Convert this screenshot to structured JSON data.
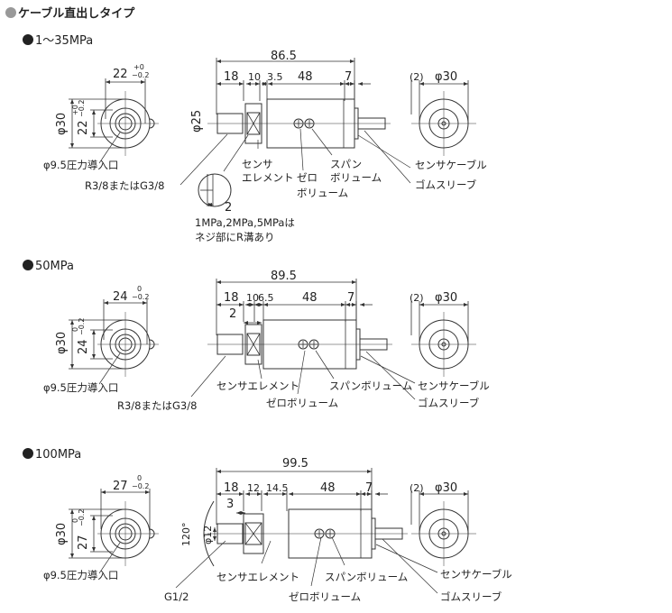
{
  "title": "ケーブル直出しタイプ",
  "colors": {
    "title_bullet": "#999999",
    "section_bullet": "#222222",
    "line": "#333333"
  },
  "sections": [
    {
      "heading": "1～35MPa",
      "front": {
        "width": "22",
        "tol_upper": "+0",
        "tol_lower": "−0.2",
        "diameter": "φ30",
        "height": "22",
        "port_label": "φ9.5圧力導入口"
      },
      "side": {
        "total": "86.5",
        "dims": [
          "18",
          "10",
          "3.5",
          "48",
          "7"
        ],
        "diameter": "φ25",
        "thread": "R3/8またはG3/8",
        "sensor_element_1": "センサ",
        "sensor_element_2": "エレメント",
        "zero_1": "ゼロ",
        "zero_2": "ボリューム",
        "span_1": "スパン",
        "span_2": "ボリューム",
        "detail_dim": "2",
        "note_1": "1MPa,2MPa,5MPaは",
        "note_2": "ネジ部にR溝あり"
      },
      "end": {
        "gap": "(2)",
        "diameter": "φ30",
        "cable": "センサケーブル",
        "sleeve": "ゴムスリーブ"
      }
    },
    {
      "heading": "50MPa",
      "front": {
        "width": "24",
        "tol_upper": "0",
        "tol_lower": "−0.2",
        "diameter": "φ30",
        "height": "24",
        "port_label": "φ9.5圧力導入口"
      },
      "side": {
        "total": "89.5",
        "dims": [
          "18",
          "10",
          "6.5",
          "48",
          "7"
        ],
        "step": "2",
        "thread": "R3/8またはG3/8",
        "sensor_element": "センサエレメント",
        "zero": "ゼロボリューム",
        "span": "スパンボリューム"
      },
      "end": {
        "gap": "(2)",
        "diameter": "φ30",
        "cable": "センサケーブル",
        "sleeve": "ゴムスリーブ"
      }
    },
    {
      "heading": "100MPa",
      "front": {
        "width": "27",
        "tol_upper": "0",
        "tol_lower": "−0.2",
        "diameter": "φ30",
        "height": "27",
        "port_label": "φ9.5圧力導入口"
      },
      "side": {
        "total": "99.5",
        "dims": [
          "18",
          "12",
          "14.5",
          "48",
          "7"
        ],
        "step": "3",
        "angle": "120°",
        "inner_diameter": "φ12",
        "thread": "G1/2",
        "sensor_element": "センサエレメント",
        "zero": "ゼロボリューム",
        "span": "スパンボリューム"
      },
      "end": {
        "gap": "(2)",
        "diameter": "φ30",
        "cable": "センサケーブル",
        "sleeve": "ゴムスリーブ"
      }
    }
  ]
}
